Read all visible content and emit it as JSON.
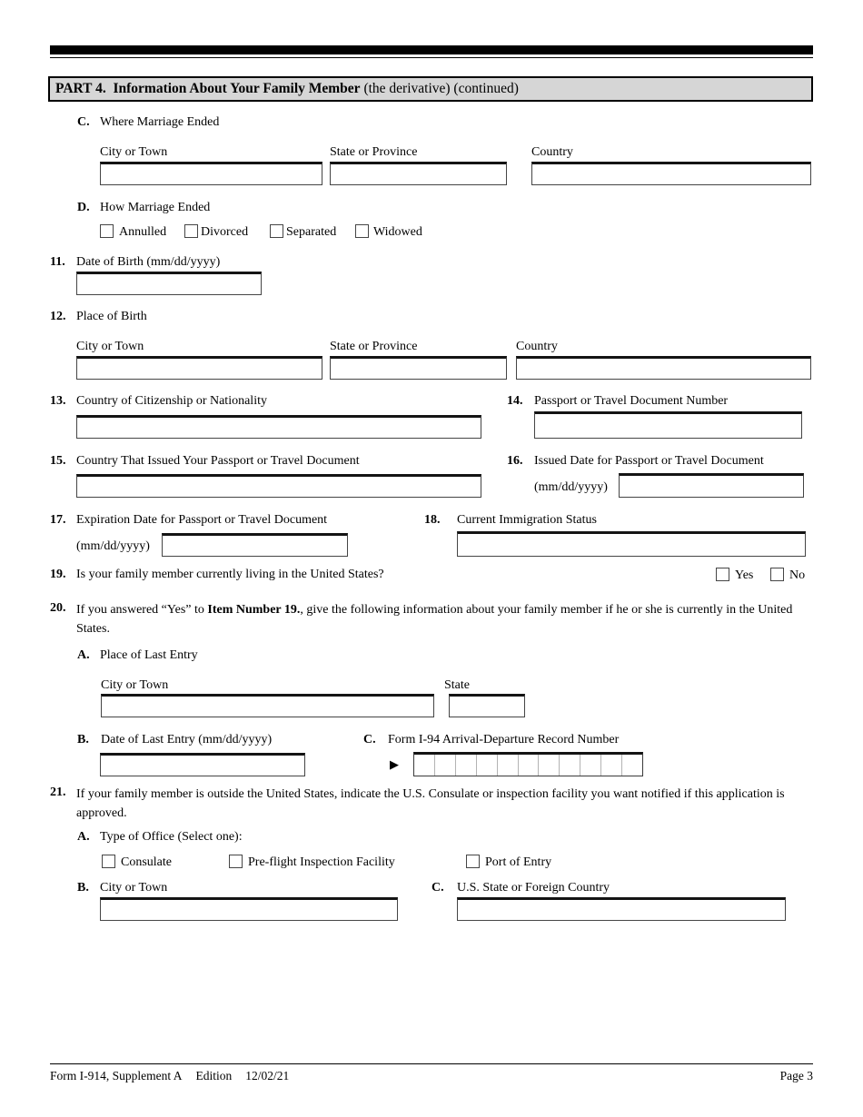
{
  "part4": {
    "title_bold": "PART 4.  Information About Your Family Member",
    "title_rest": " (the derivative) (continued)"
  },
  "labels": {
    "city_or_town": "City or Town",
    "state_or_province": "State or Province",
    "country": "Country",
    "state": "State",
    "mm_dd_yyyy": "(mm/dd/yyyy)",
    "yes": "Yes",
    "no": "No"
  },
  "c": {
    "letter": "C.",
    "title": "Where Marriage Ended"
  },
  "d": {
    "letter": "D.",
    "title": "How Marriage Ended",
    "options": [
      "Annulled",
      "Divorced",
      "Separated",
      "Widowed"
    ]
  },
  "i11": {
    "num": "11.",
    "label": "Date of Birth (mm/dd/yyyy)"
  },
  "i12": {
    "num": "12.",
    "label": "Place of Birth"
  },
  "i13": {
    "num": "13.",
    "label": "Country of Citizenship or Nationality"
  },
  "i14": {
    "num": "14.",
    "label": "Passport or Travel Document Number"
  },
  "i15": {
    "num": "15.",
    "label": "Country That Issued Your Passport or Travel Document"
  },
  "i16": {
    "num": "16.",
    "label": "Issued Date for Passport or Travel Document"
  },
  "i17": {
    "num": "17.",
    "label": "Expiration Date for Passport or Travel Document"
  },
  "i18": {
    "num": "18.",
    "label": "Current Immigration Status"
  },
  "i19": {
    "num": "19.",
    "label": "Is your family member currently living in the United States?"
  },
  "i20": {
    "num": "20.",
    "text_pre": "If you answered “Yes” to ",
    "text_bold": "Item Number 19.",
    "text_post": ", give the following information about your family member if he or she is currently in the United States.",
    "a": {
      "letter": "A.",
      "title": "Place of Last Entry"
    },
    "b": {
      "letter": "B.",
      "title": "Date of Last Entry (mm/dd/yyyy)"
    },
    "c": {
      "letter": "C.",
      "title": "Form I-94 Arrival-Departure Record Number",
      "arrow": "▶"
    }
  },
  "i21": {
    "num": "21.",
    "text": "If your family member is outside the United States, indicate the U.S. Consulate or inspection facility you want notified if this application is approved.",
    "a": {
      "letter": "A.",
      "title": "Type of Office (Select one):",
      "options": [
        "Consulate",
        "Pre-flight Inspection Facility",
        "Port of Entry"
      ]
    },
    "b": {
      "letter": "B.",
      "title": "City or Town"
    },
    "c": {
      "letter": "C.",
      "title": "U.S. State or Foreign Country"
    }
  },
  "footer": {
    "form": "Form I-914, Supplement A",
    "edition_label": "Edition",
    "edition_date": "12/02/21",
    "page": "Page 3"
  },
  "colors": {
    "header_bg": "#d6d6d6",
    "rule": "#000000"
  }
}
